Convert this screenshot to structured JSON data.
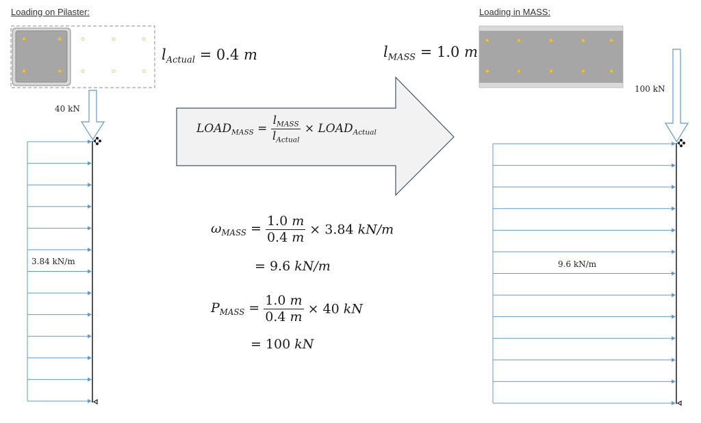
{
  "left": {
    "heading": "Loading on Pilaster:",
    "length_label": {
      "var": "l",
      "sub": "Actual",
      "rest": " = 0.4 ",
      "unit": "m"
    },
    "point_load": "40 kN",
    "udl_label": "3.84 kN/m"
  },
  "right": {
    "heading": "Loading in MASS:",
    "length_label": {
      "var": "l",
      "sub": "MASS",
      "rest": " = 1.0 ",
      "unit": "m"
    },
    "point_load": "100 kN",
    "udl_label": "9.6 kN/m"
  },
  "arrow_formula": {
    "lhs_var": "LOAD",
    "lhs_sub": "MASS",
    "eq": " = ",
    "num_var": "l",
    "num_sub": "MASS",
    "den_var": "l",
    "den_sub": "Actual",
    "times": " × ",
    "rhs_var": "LOAD",
    "rhs_sub": "Actual"
  },
  "calc_w": {
    "lhs_var": "ω",
    "lhs_sub": "MASS",
    "eq": " = ",
    "num": "1.0 ",
    "num_unit": "m",
    "den": "0.4 ",
    "den_unit": "m",
    "times": " × 3.84 ",
    "unit": "kN/m",
    "result_eq": "= 9.6 ",
    "result_unit": "kN/m"
  },
  "calc_p": {
    "lhs_var": "P",
    "lhs_sub": "MASS",
    "eq": " = ",
    "num": "1.0 ",
    "num_unit": "m",
    "den": "0.4 ",
    "den_unit": "m",
    "times": " × 40 ",
    "unit": "kN",
    "result_eq": "= 100 ",
    "result_unit": "kN"
  },
  "colors": {
    "load_arrow": "#5b9bd5",
    "column": "#1a1a1a",
    "pilaster_fill": "#a6a6a6",
    "dot": "#ffc000",
    "ghost_dot": "#e6c88a",
    "mass_fill": "#a6a6a6",
    "mass_band": "#d9d9d9",
    "big_arrow_fill": "#f2f2f2",
    "big_arrow_stroke": "#44546a"
  },
  "icons": [
    "support-pin-icon",
    "support-roller-icon",
    "load-arrow-icon"
  ]
}
